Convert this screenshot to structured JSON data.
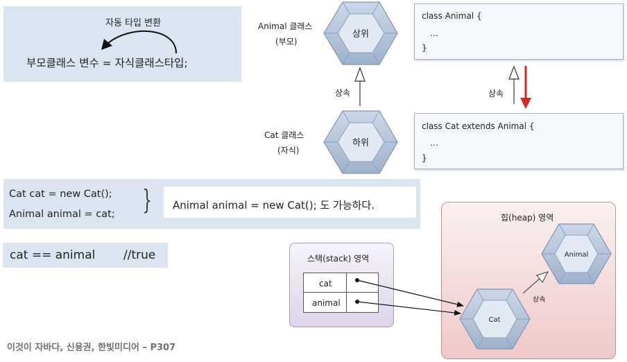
{
  "cast_box": {
    "caption": "자동 타입 변환",
    "expression": "부모클래스 변수 = 자식클래스타입;"
  },
  "hierarchy": {
    "parent_name": "Animal 클래스",
    "parent_role": "(부모)",
    "parent_hex": "상위",
    "child_name": "Cat 클래스",
    "child_role": "(자식)",
    "child_hex": "하위",
    "inherit_left": "상속",
    "inherit_right": "상속"
  },
  "code_parent": {
    "line1": "class Animal {",
    "line2": "…",
    "line3": "}"
  },
  "code_child": {
    "line1": "class Cat extends Animal {",
    "line2": "…",
    "line3": "}"
  },
  "assign_box": {
    "line1": "Cat cat = new Cat();",
    "line2": "Animal animal = cat;",
    "brace": "}",
    "equivalent": "Animal animal = new Cat(); 도 가능하다."
  },
  "compare_box": {
    "expr": "cat == animal",
    "comment": "//true"
  },
  "stack": {
    "title": "스택(stack) 영역",
    "rows": [
      {
        "name": "cat"
      },
      {
        "name": "animal"
      }
    ]
  },
  "heap": {
    "title": "힙(heap) 영역",
    "object_parent": "Animal",
    "object_child": "Cat",
    "inherit_label": "상속"
  },
  "source": "이것이 자바다, 신용권, 한빛미디어 – P307",
  "colors": {
    "panel": "#dbe5f1",
    "hex_fill": "#b8c7dd",
    "hex_inner": "#dde6f2",
    "arrow_red": "#d9251d",
    "heap_bg": "#f2d2d2",
    "stack_bg": "#e3ddee"
  }
}
